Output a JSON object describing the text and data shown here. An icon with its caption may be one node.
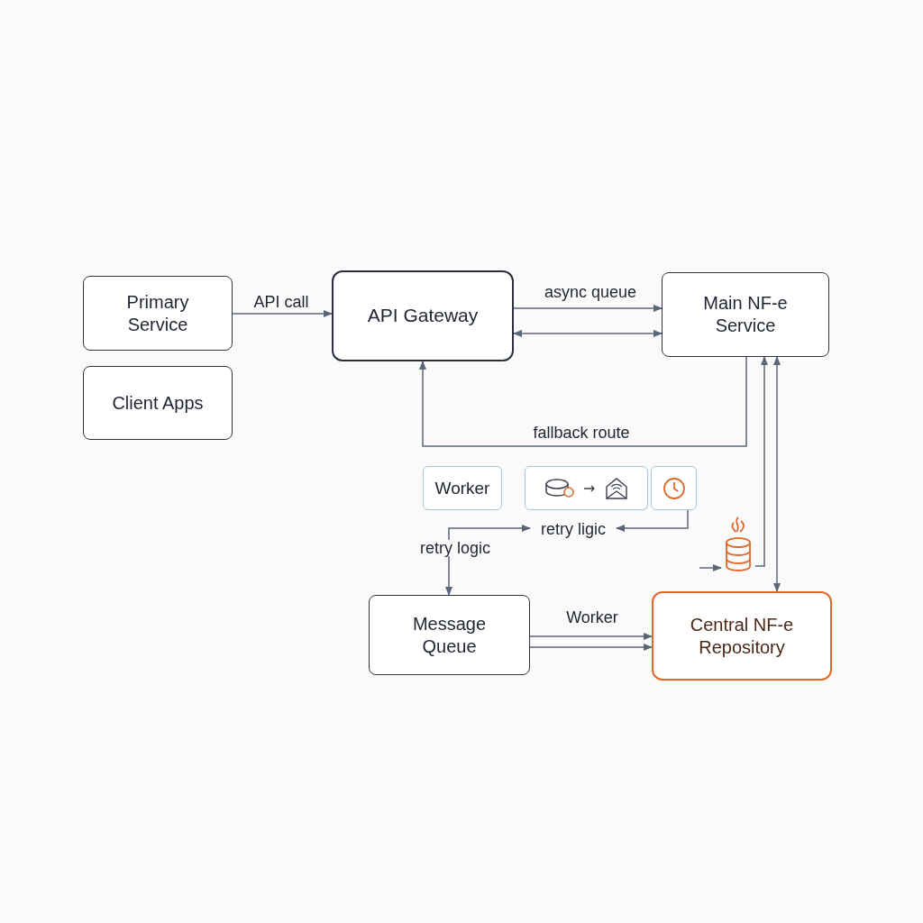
{
  "diagram": {
    "nodes": [
      {
        "text": [
          "Primary Service"
        ]
      },
      {
        "text": [
          "Client Apps"
        ]
      },
      {
        "text": [
          "API Gateway"
        ]
      },
      {
        "text": [
          "Main NF-e Service"
        ]
      },
      {
        "text": [
          "Worker"
        ]
      },
      {
        "text": [],
        "shape": "box"
      },
      {
        "text": [],
        "shape": "box"
      },
      {
        "text": [
          "Message Queue"
        ]
      },
      {
        "text": [
          "Central NF-e Repository"
        ]
      },
      {
        "text": [],
        "shape": "cylinder"
      },
      {
        "text": [
          "retry ligic"
        ]
      }
    ],
    "edges": [
      {
        "from": 0,
        "to": 2,
        "arrow": "to",
        "label": "API call"
      },
      {
        "from": 2,
        "to": 3,
        "arrow": "to",
        "label": "async queue"
      },
      {
        "from": 2,
        "to": 3,
        "arrow": "both"
      },
      {
        "from": 3,
        "to": 2,
        "arrow": "to",
        "label": "fallback route"
      },
      {
        "from": 6,
        "to": 10,
        "arrow": "to"
      },
      {
        "from": 10,
        "to": 7,
        "arrow": "both",
        "label": "retry logic"
      },
      {
        "from": null,
        "to": 9,
        "arrow": "to"
      },
      {
        "from": 9,
        "to": 3,
        "arrow": "to"
      },
      {
        "from": 3,
        "to": 8,
        "arrow": "both"
      },
      {
        "from": 7,
        "to": 8,
        "arrow": "to",
        "label": "Worker"
      },
      {
        "from": 7,
        "to": 8,
        "arrow": "to"
      }
    ]
  }
}
